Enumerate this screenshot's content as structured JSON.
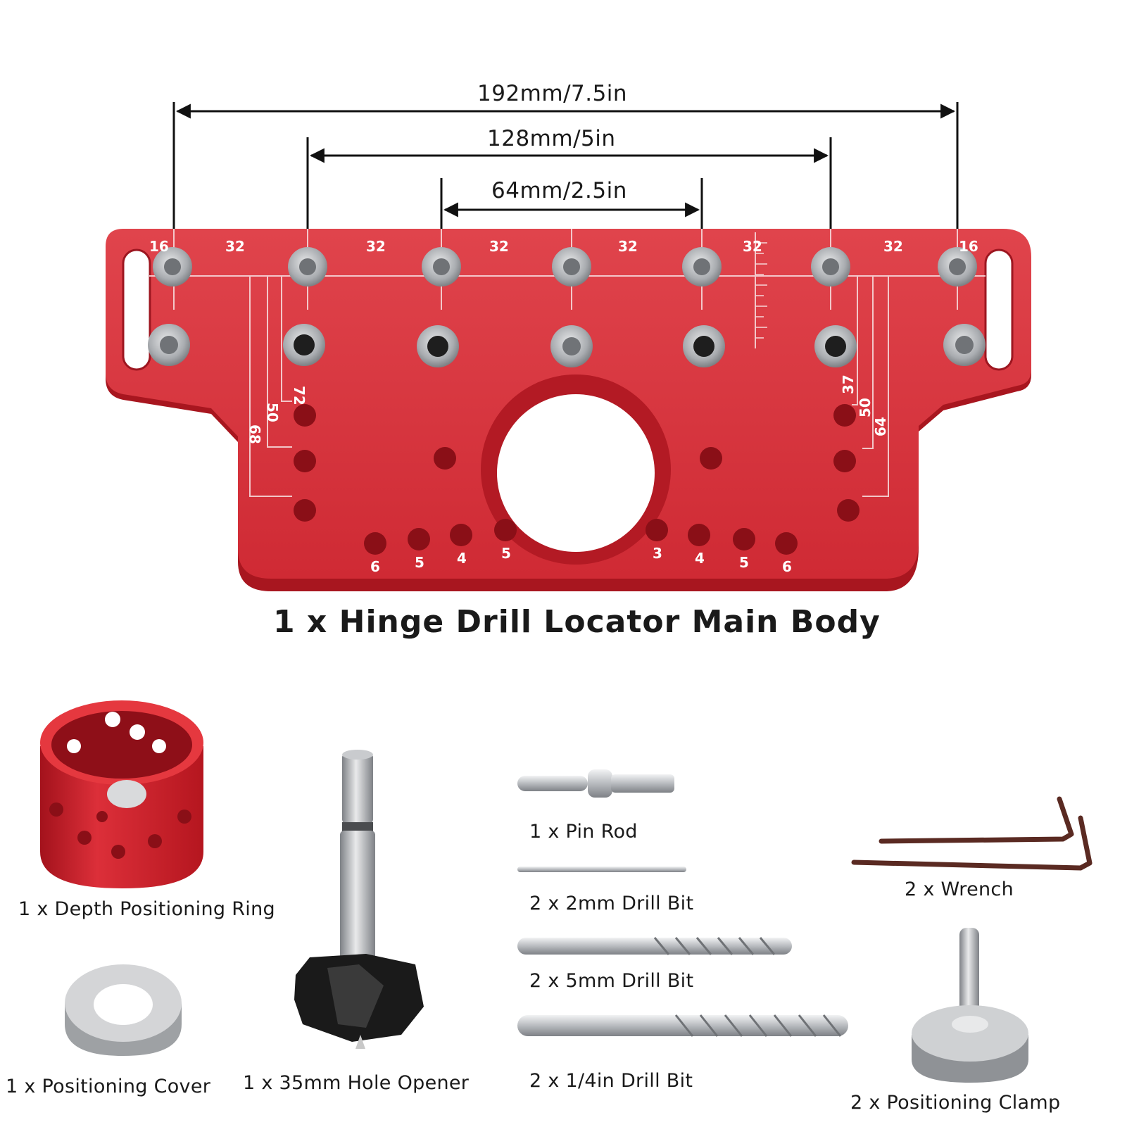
{
  "colors": {
    "plate_red": "#d8323c",
    "plate_dark": "#a8161f",
    "steel": "#b9bcc0",
    "bit_black": "#1a1a1a",
    "wrench_brown": "#5a2a22"
  },
  "dimensions": {
    "overall": "192mm/7.5in",
    "middle": "128mm/5in",
    "inner": "64mm/2.5in"
  },
  "plate_labels": {
    "top_spacing": [
      "16",
      "32",
      "32",
      "32",
      "32",
      "32",
      "32",
      "16"
    ],
    "left_side": [
      "72",
      "50",
      "68"
    ],
    "right_side": [
      "37",
      "50",
      "64"
    ],
    "bottom_left": [
      "6",
      "5",
      "4",
      "5"
    ],
    "bottom_right": [
      "3",
      "4",
      "5",
      "6"
    ]
  },
  "main_body_label": "1 x Hinge Drill Locator Main Body",
  "parts": {
    "depth_ring": "1 x Depth Positioning Ring",
    "positioning_cover": "1 x Positioning Cover",
    "hole_opener": "1 x 35mm Hole Opener",
    "pin_rod": "1 x Pin Rod",
    "drill_2mm": "2 x 2mm Drill Bit",
    "drill_5mm": "2 x 5mm Drill Bit",
    "drill_quarter": "2 x 1/4in Drill Bit",
    "wrench": "2 x Wrench",
    "clamp": "2 x Positioning Clamp"
  }
}
